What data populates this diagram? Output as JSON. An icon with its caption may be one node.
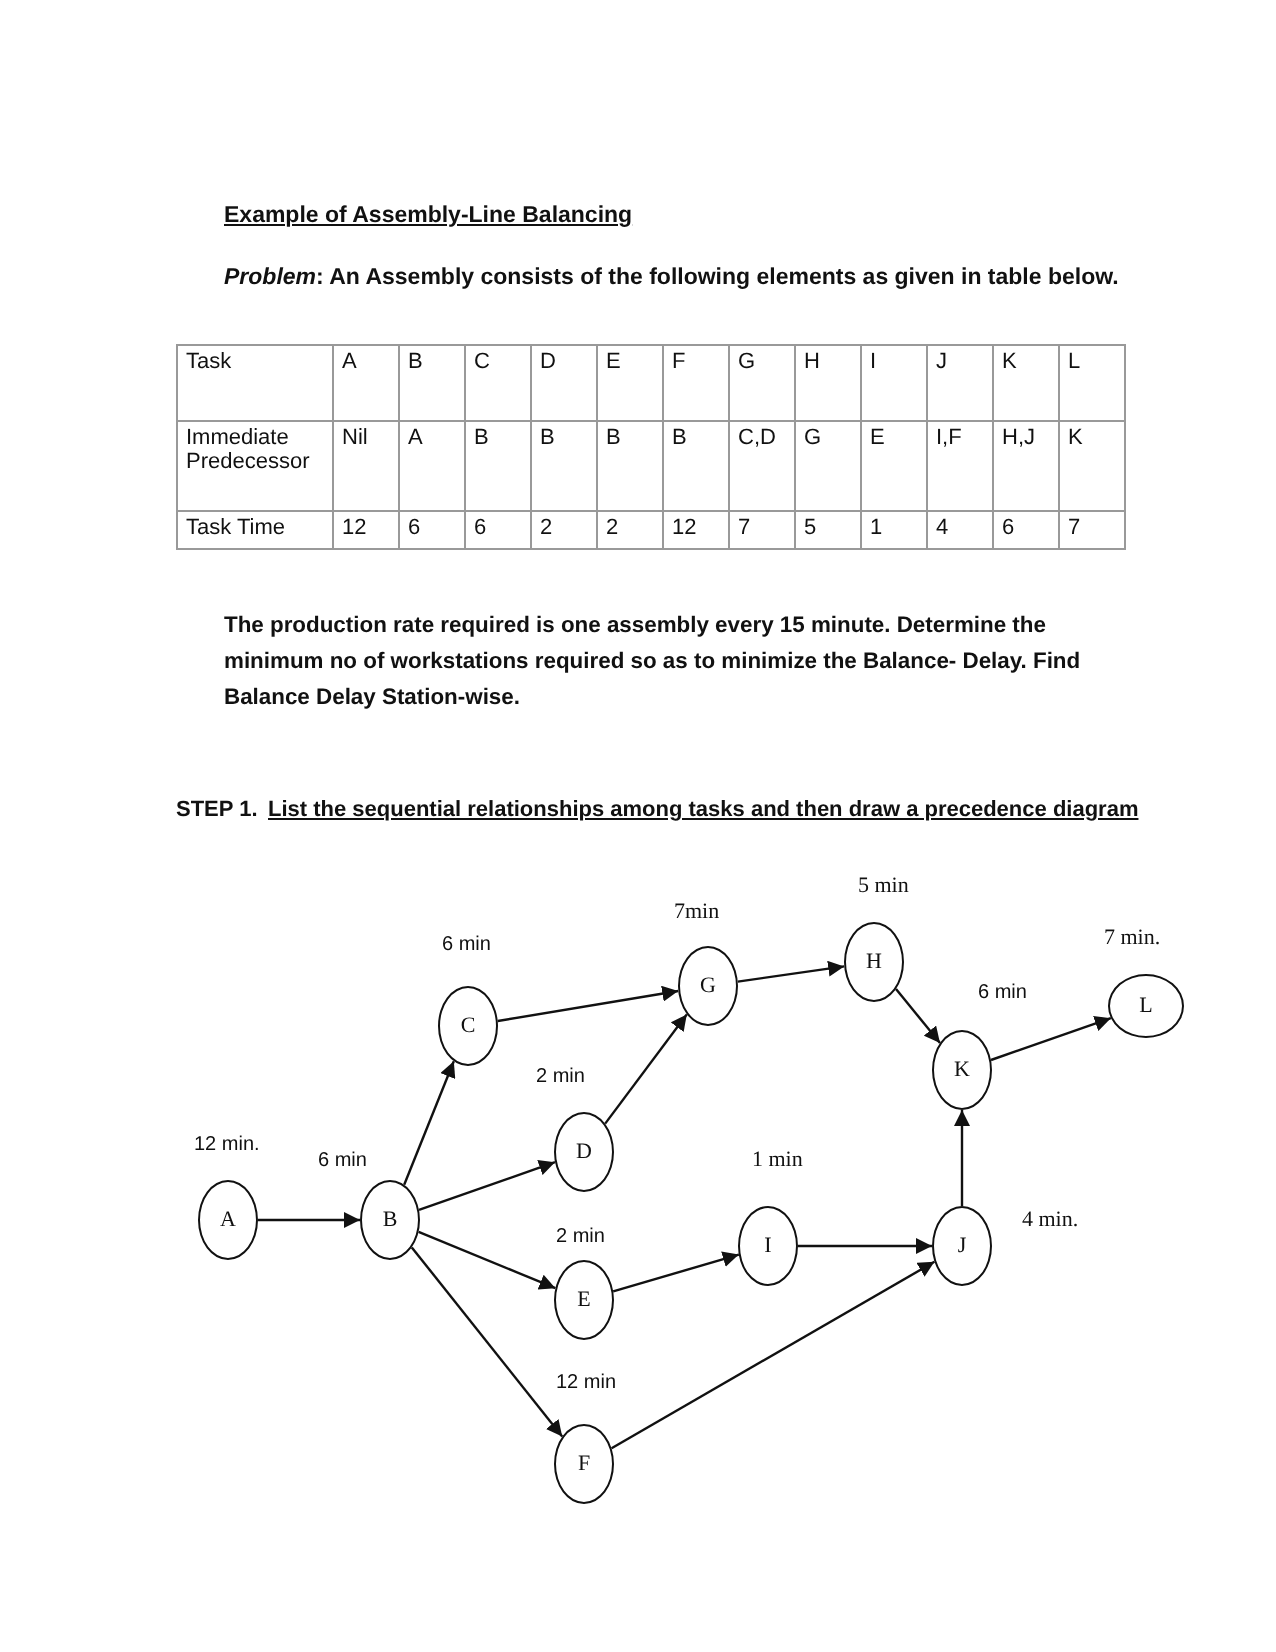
{
  "diagram": {
    "title": "Example of Assembly-Line Balancing",
    "nodes": [
      {
        "text": [
          "A"
        ],
        "beside": [
          "12 min."
        ]
      },
      {
        "text": [
          "B"
        ],
        "beside": [
          "6 min"
        ]
      },
      {
        "text": [
          "C"
        ],
        "beside": [
          "6 min"
        ]
      },
      {
        "text": [
          "D"
        ],
        "beside": [
          "2 min"
        ]
      },
      {
        "text": [
          "E"
        ],
        "beside": [
          "2 min"
        ]
      },
      {
        "text": [
          "F"
        ],
        "beside": [
          "12 min"
        ]
      },
      {
        "text": [
          "G"
        ],
        "beside": [
          "7min"
        ]
      },
      {
        "text": [
          "H"
        ],
        "beside": [
          "5 min"
        ]
      },
      {
        "text": [
          "I"
        ],
        "beside": [
          "1 min"
        ]
      },
      {
        "text": [
          "J"
        ],
        "beside": [
          "4 min."
        ]
      },
      {
        "text": [
          "K"
        ],
        "beside": [
          "6 min"
        ]
      },
      {
        "text": [
          "L"
        ],
        "beside": [
          "7 min."
        ]
      }
    ],
    "edges": [
      {
        "from": 0,
        "to": 1,
        "arrow": "to"
      },
      {
        "from": 1,
        "to": 2,
        "arrow": "to"
      },
      {
        "from": 1,
        "to": 3,
        "arrow": "to"
      },
      {
        "from": 1,
        "to": 4,
        "arrow": "to"
      },
      {
        "from": 1,
        "to": 5,
        "arrow": "to"
      },
      {
        "from": 2,
        "to": 6,
        "arrow": "to"
      },
      {
        "from": 3,
        "to": 6,
        "arrow": "to"
      },
      {
        "from": 6,
        "to": 7,
        "arrow": "to"
      },
      {
        "from": 7,
        "to": 10,
        "arrow": "to"
      },
      {
        "from": 4,
        "to": 8,
        "arrow": "to"
      },
      {
        "from": 8,
        "to": 9,
        "arrow": "to"
      },
      {
        "from": 5,
        "to": 9,
        "arrow": "to"
      },
      {
        "from": 9,
        "to": 10,
        "arrow": "to"
      },
      {
        "from": 10,
        "to": 11,
        "arrow": "to"
      }
    ],
    "labels": [
      "*Problem*:  An Assembly consists of the  following  elements as given in table below.",
      "Task",
      "A",
      "B",
      "C",
      "D",
      "E",
      "F",
      "G",
      "H",
      "I",
      "J",
      "K",
      "L",
      "Immediate Predecessor",
      "Nil",
      "A",
      "B",
      "B",
      "B",
      "B",
      "C,D",
      "G",
      "E",
      "I,F",
      "H,J",
      "K",
      "Task Time",
      "12",
      "6",
      "6",
      "2",
      "2",
      "12",
      "7",
      "5",
      "1",
      "4",
      "6",
      "7",
      "The production rate required is  one assembly every  15 minute. Determine the minimum no of workstations required  so as to minimize the Balance- Delay. Find Balance Delay  Station-wise.",
      "STEP 1.",
      "List the sequential relationships among tasks and then draw a precedence diagram"
    ]
  }
}
